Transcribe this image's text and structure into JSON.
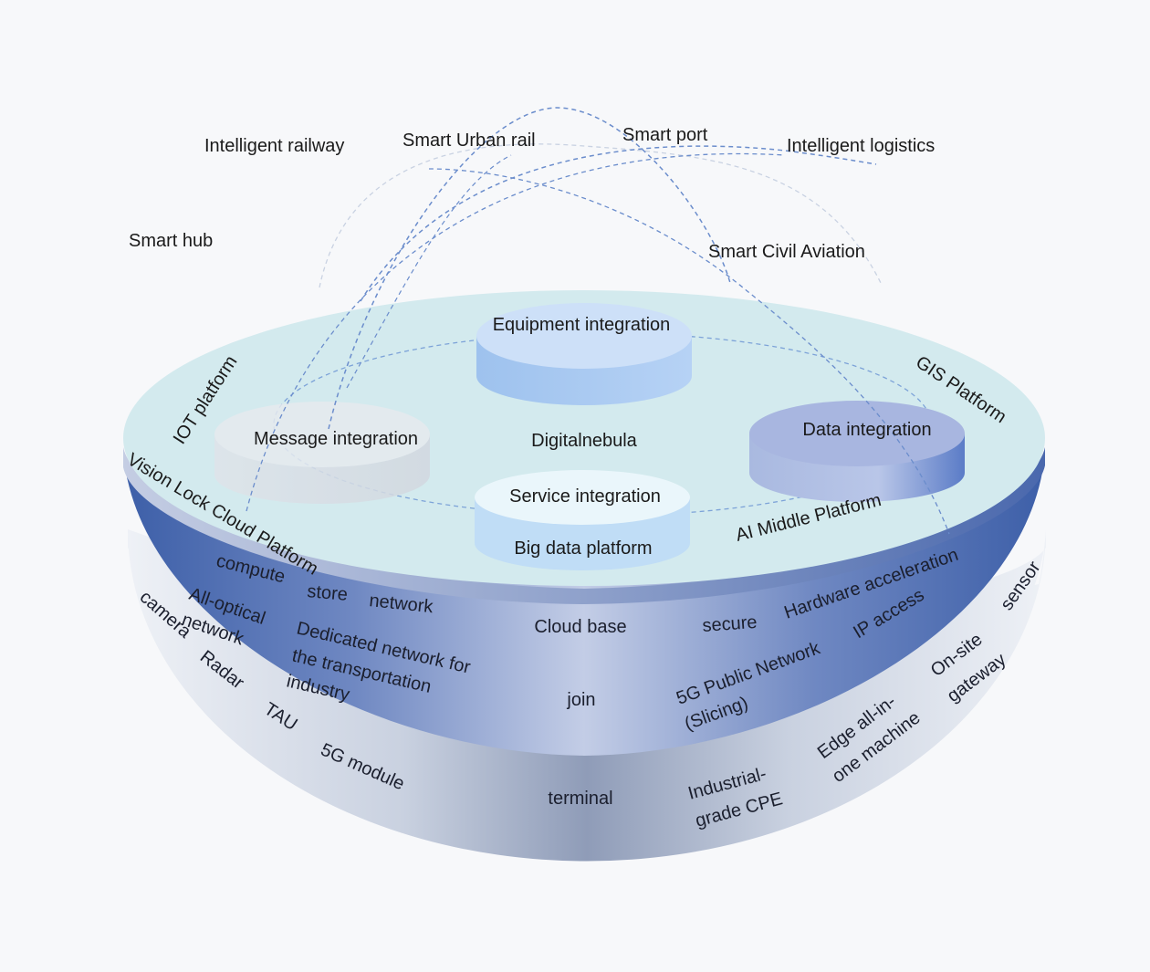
{
  "scenarios": [
    "Intelligent railway",
    "Smart Urban rail",
    "Smart port",
    "Intelligent logistics",
    "Smart hub",
    "Smart Civil Aviation"
  ],
  "platforms": {
    "iot": "IOT platform",
    "gis": "GIS Platform",
    "vision": "Vision Lock Cloud Platform",
    "ai": "AI Middle Platform",
    "center": "Digitalnebula"
  },
  "integrations": {
    "equipment": "Equipment integration",
    "message": "Message integration",
    "data": "Data integration",
    "service": "Service integration",
    "bigdata": "Big data platform"
  },
  "cloud_base": {
    "title": "Cloud base",
    "compute": "compute",
    "store": "store",
    "network": "network",
    "secure": "secure",
    "hardware": "Hardware acceleration"
  },
  "join": {
    "title": "join",
    "all_optical_1": "All-optical",
    "all_optical_2": "network",
    "dedicated_1": "Dedicated network for",
    "dedicated_2": "the transportation",
    "dedicated_3": "industry",
    "public_1": "5G Public Network",
    "public_2": "(Slicing)",
    "ip": "IP access"
  },
  "terminal": {
    "title": "terminal",
    "camera": "camera",
    "radar": "Radar",
    "tau": "TAU",
    "module": "5G module",
    "cpe_1": "Industrial-",
    "cpe_2": "grade CPE",
    "edge_1": "Edge all-in-",
    "edge_2": "one machine",
    "onsite_1": "On-site",
    "onsite_2": "gateway",
    "sensor": "sensor"
  }
}
